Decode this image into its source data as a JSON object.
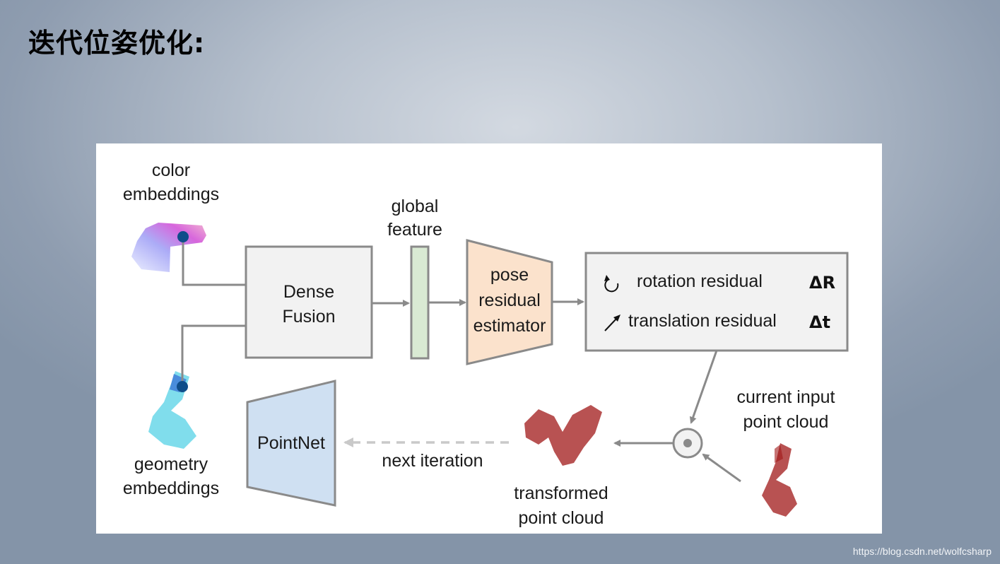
{
  "title": "迭代位姿优化:",
  "diagram": {
    "color_embeddings": [
      "color",
      "embeddings"
    ],
    "geometry_embeddings": [
      "geometry",
      "embeddings"
    ],
    "dense_fusion": [
      "Dense",
      "Fusion"
    ],
    "global_feature": [
      "global",
      "feature"
    ],
    "pose_residual_estimator": [
      "pose",
      "residual",
      "estimator"
    ],
    "rotation_residual": "rotation residual",
    "rotation_symbol": "ΔR",
    "translation_residual": "translation residual",
    "translation_symbol": "Δt",
    "current_input": [
      "current input",
      "point cloud"
    ],
    "transformed": [
      "transformed",
      "point cloud"
    ],
    "pointnet": "PointNet",
    "next_iteration": "next iteration"
  },
  "colors": {
    "box_fill": "#f2f2f2",
    "box_stroke": "#8a8a8a",
    "feature_fill": "#d9ead3",
    "estimator_fill": "#fbe2cc",
    "pointnet_fill": "#cfe0f2",
    "point_cloud": "#a01818",
    "geometry_cloud": "#42c8e0",
    "color_cloud": "#a098f0",
    "node_dot": "#0f4d8a"
  },
  "watermark": "https://blog.csdn.net/wolfcsharp"
}
